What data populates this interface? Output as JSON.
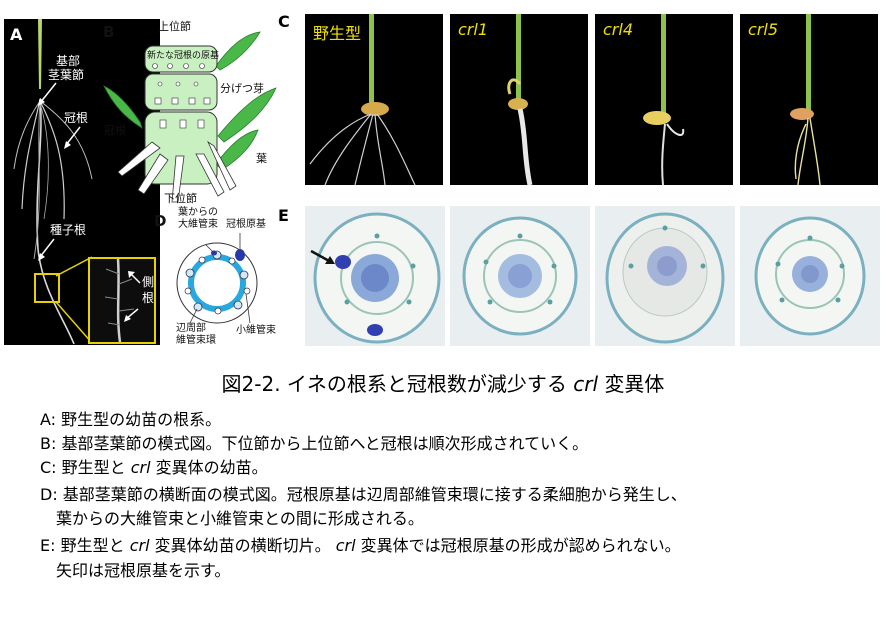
{
  "panel_a": {
    "label": "A",
    "stem_base_label_1": "基部",
    "stem_base_label_2": "茎葉節",
    "crown_root": "冠根",
    "seminal_root": "種子根",
    "lateral_root_1": "側",
    "lateral_root_2": "根"
  },
  "panel_b": {
    "label": "B",
    "upper_node": "上位節",
    "new_primordia": "新たな冠根の原基",
    "tiller_bud": "分げつ芽",
    "crown_root": "冠根",
    "leaf": "葉",
    "lower_node": "下位節"
  },
  "panel_c": {
    "label": "C",
    "titles": [
      "野生型",
      "crl1",
      "crl4",
      "crl5"
    ]
  },
  "panel_d": {
    "label": "D",
    "large_vb_1": "葉からの",
    "large_vb_2": "大維管束",
    "primordium": "冠根原基",
    "peripheral_1": "辺周部",
    "peripheral_2": "維管束環",
    "small_vb": "小維管束"
  },
  "panel_e": {
    "label": "E"
  },
  "caption": {
    "title_pre": "図2-2. イネの根系と冠根数が減少する",
    "title_italic": "crl",
    "title_post": "変異体",
    "a": "A: 野生型の幼苗の根系。",
    "b": "B: 基部茎葉節の模式図。下位節から上位節へと冠根は順次形成されていく。",
    "c_pre": "C: 野生型と",
    "c_italic": "crl",
    "c_post": "変異体の幼苗。",
    "d1": "D: 基部茎葉節の横断面の模式図。冠根原基は辺周部維管束環に接する柔細胞から発生し、",
    "d2": "葉からの大維管束と小維管束との間に形成される。",
    "e_pre": "E: 野生型と",
    "e_italic": "crl",
    "e_mid": "変異体幼苗の横断切片。",
    "e_italic2": "crl",
    "e_post": "変異体では冠根原基の形成が認められない。",
    "e2": "矢印は冠根原基を示す。"
  }
}
